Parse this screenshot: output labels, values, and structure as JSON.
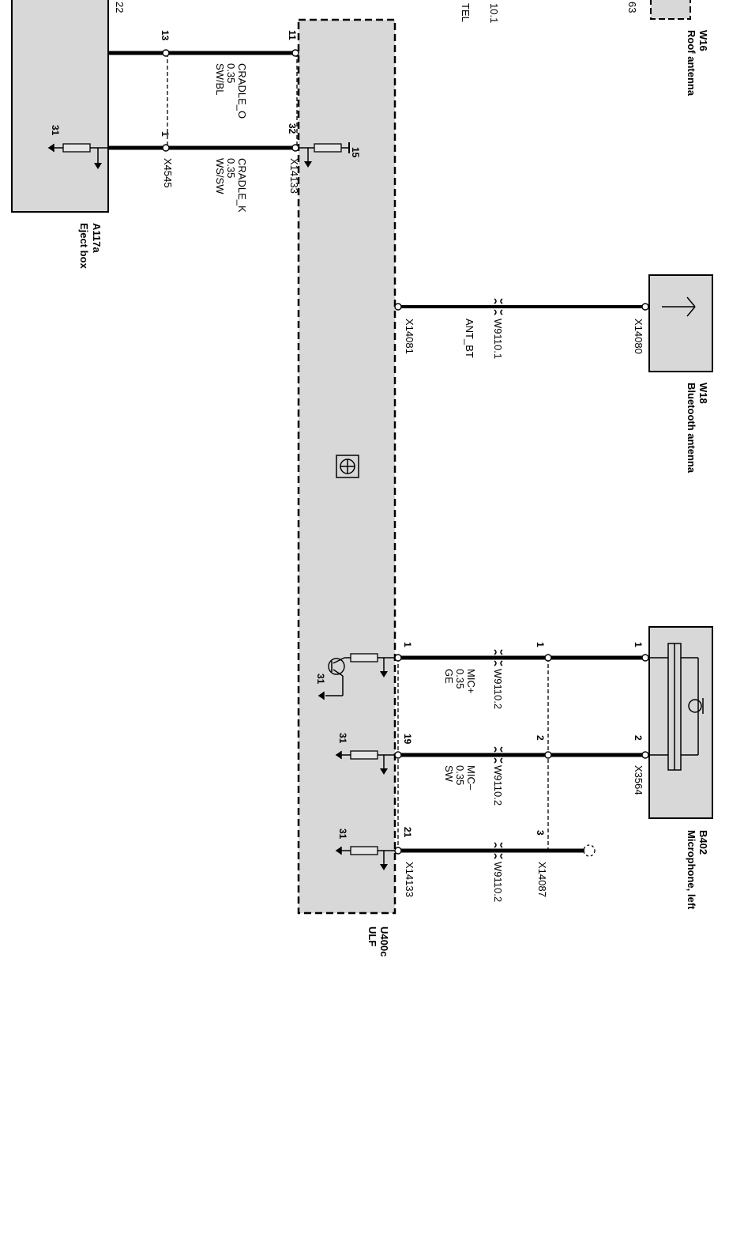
{
  "edge_labels": {
    "top_left": "22",
    "tel": "TEL",
    "ten_one": "10.1",
    "top_right": "63"
  },
  "roof_antenna": {
    "id": "W16",
    "name": "Roof antenna"
  },
  "eject_box": {
    "id": "A117a",
    "name": "Eject box"
  },
  "ulf": {
    "id": "U400c",
    "name": "ULF"
  },
  "bluetooth_antenna": {
    "id": "W18",
    "name": "Bluetooth antenna"
  },
  "microphone": {
    "id": "B402",
    "name": "Microphone, left"
  },
  "connectors": {
    "x4545": "X4545",
    "x14133_top": "X14133",
    "x14133_bottom": "X14133",
    "x14081": "X14081",
    "x14080": "X14080",
    "x14087": "X14087",
    "x3564": "X3564"
  },
  "pins": {
    "eject_13": "13",
    "eject_1": "1",
    "ulf_11": "11",
    "ulf_32": "32",
    "ulf_1": "1",
    "ulf_19": "19",
    "ulf_21": "21",
    "x14087_1": "1",
    "x14087_2": "2",
    "x14087_3": "3",
    "mic_1": "1",
    "mic_2": "2"
  },
  "wires": {
    "cradle_o": {
      "name": "CRADLE_O",
      "size": "0.35",
      "color": "SW/BL"
    },
    "cradle_k": {
      "name": "CRADLE_K",
      "size": "0.35",
      "color": "WS/SW"
    },
    "ant_bt": {
      "name": "ANT_BT"
    },
    "mic_plus": {
      "name": "MIC+",
      "size": "0.35",
      "color": "GE"
    },
    "mic_minus": {
      "name": "MIC–",
      "size": "0.35",
      "color": "SW"
    }
  },
  "harness": {
    "bt": "W9110.1",
    "mic_plus": "W9110.2",
    "mic_minus": "W9110.2",
    "spare": "W9110.2"
  },
  "grounds": {
    "eject": "31",
    "terminal_15": "15",
    "transistor": "31",
    "g19": "31",
    "g21": "31"
  }
}
